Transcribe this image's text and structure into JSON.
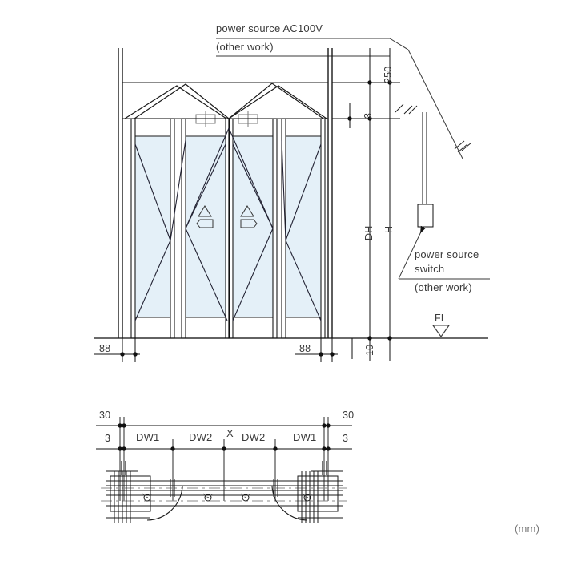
{
  "drawing": {
    "title": "folding-door-elevation-and-plan",
    "unit_note": "(mm)"
  },
  "annotations": {
    "power_source": "power source AC100V",
    "power_source_other": "(other work)",
    "switch_line1": "power source",
    "switch_line2": "switch",
    "switch_other": "(other work)",
    "floor_level": "FL"
  },
  "elevation": {
    "dimensions": {
      "d250": "250",
      "d3": "3",
      "dh": "DH",
      "h": "H",
      "d10": "10",
      "left_88": "88",
      "right_88": "88"
    }
  },
  "plan": {
    "dimensions": {
      "left_30": "30",
      "left_3": "3",
      "dw1_left": "DW1",
      "dw2_left": "DW2",
      "x": "X",
      "dw2_right": "DW2",
      "dw1_right": "DW1",
      "right_3": "3",
      "right_30": "30"
    }
  },
  "colors": {
    "glass": "#e4f0f8",
    "line": "#1a1a1a",
    "thin": "#555555",
    "text": "#3a3a3a"
  }
}
